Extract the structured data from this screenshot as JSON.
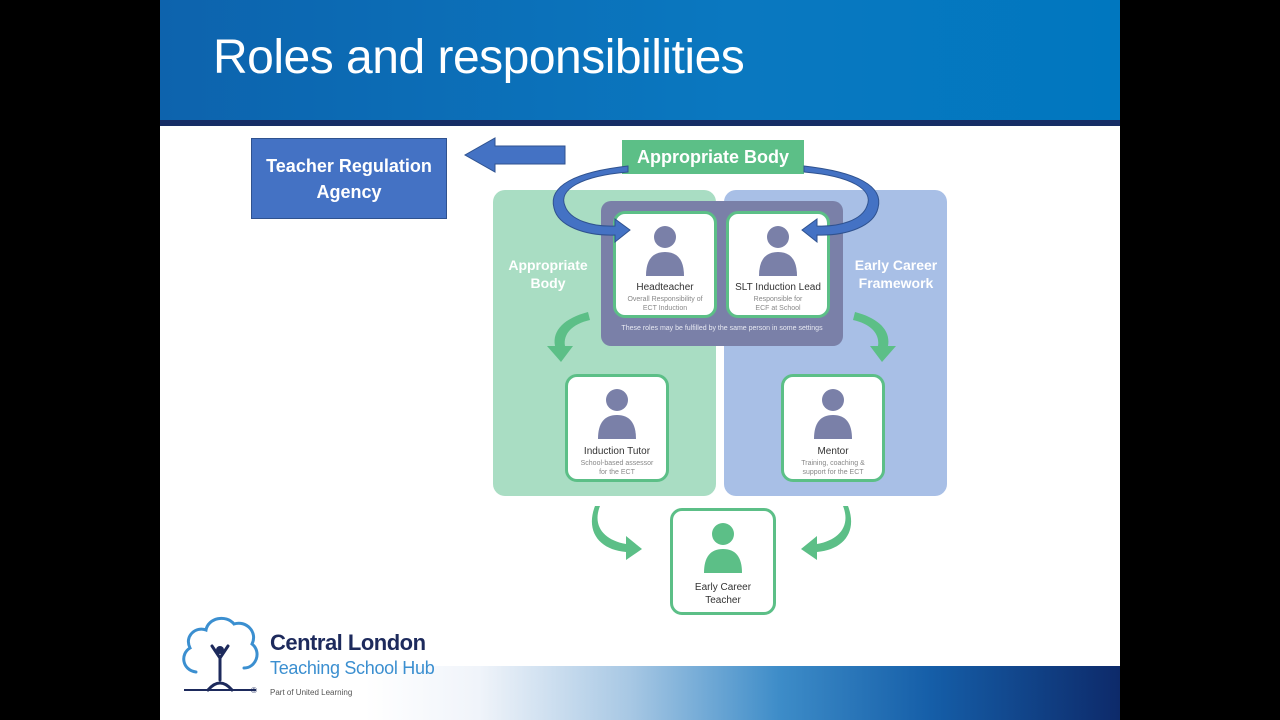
{
  "slide": {
    "title": "Roles and responsibilities"
  },
  "boxes": {
    "teacher_regulation_agency": "Teacher Regulation Agency",
    "appropriate_body_top": "Appropriate Body"
  },
  "panels": {
    "left_label": "Appropriate Body",
    "right_label": "Early Career Framework",
    "center_note": "These roles may be fulfilled by the same person in some settings"
  },
  "roles": {
    "headteacher": {
      "name": "Headteacher",
      "desc": "Overall Responsibility of ECT Induction"
    },
    "slt_lead": {
      "name": "SLT Induction Lead",
      "desc": "Responsible for ECF at School"
    },
    "induction_tutor": {
      "name": "Induction Tutor",
      "desc": "School-based assessor for the ECT"
    },
    "mentor": {
      "name": "Mentor",
      "desc": "Training, coaching & support for the ECT"
    },
    "ect": {
      "name": "Early Career Teacher"
    }
  },
  "logo": {
    "name_line1": "Central London",
    "name_line2": "Teaching School Hub",
    "tagline": "Part of United Learning",
    "registered": "®"
  },
  "colors": {
    "header_blue": "#0d63ad",
    "green": "#5cbf87",
    "arrow_blue": "#4472c4",
    "person_grey": "#7a80a8"
  }
}
